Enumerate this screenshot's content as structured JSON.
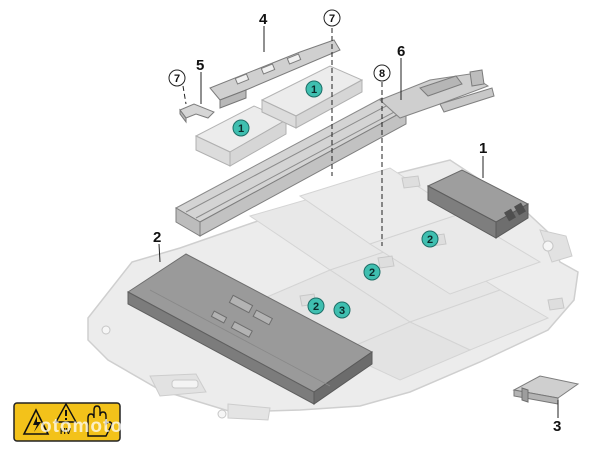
{
  "colors": {
    "tray": "#e6e6e6",
    "tray_edge": "#d2d2d2",
    "module_dark": "#8d8d8d",
    "module_light": "#e4e4e4",
    "frame": "#9a9a9a",
    "teal_marker": "#3fbfb0",
    "warning_yellow": "#f3c21a"
  },
  "callouts": {
    "p1": "1",
    "p2": "2",
    "p3": "3",
    "p4": "4",
    "p5": "5",
    "p6": "6"
  },
  "circled_refs": {
    "ref7a": "7",
    "ref7b": "7",
    "ref8": "8"
  },
  "teal_markers": {
    "m1a": "1",
    "m1b": "1",
    "m2a": "2",
    "m2b": "2",
    "m2c": "2",
    "m3": "3"
  },
  "warning_label": {
    "icons": [
      "lightning-warning-icon",
      "caution-triangle-icon",
      "hand-protection-icon"
    ],
    "text": "HV"
  },
  "watermark": "otomoto"
}
